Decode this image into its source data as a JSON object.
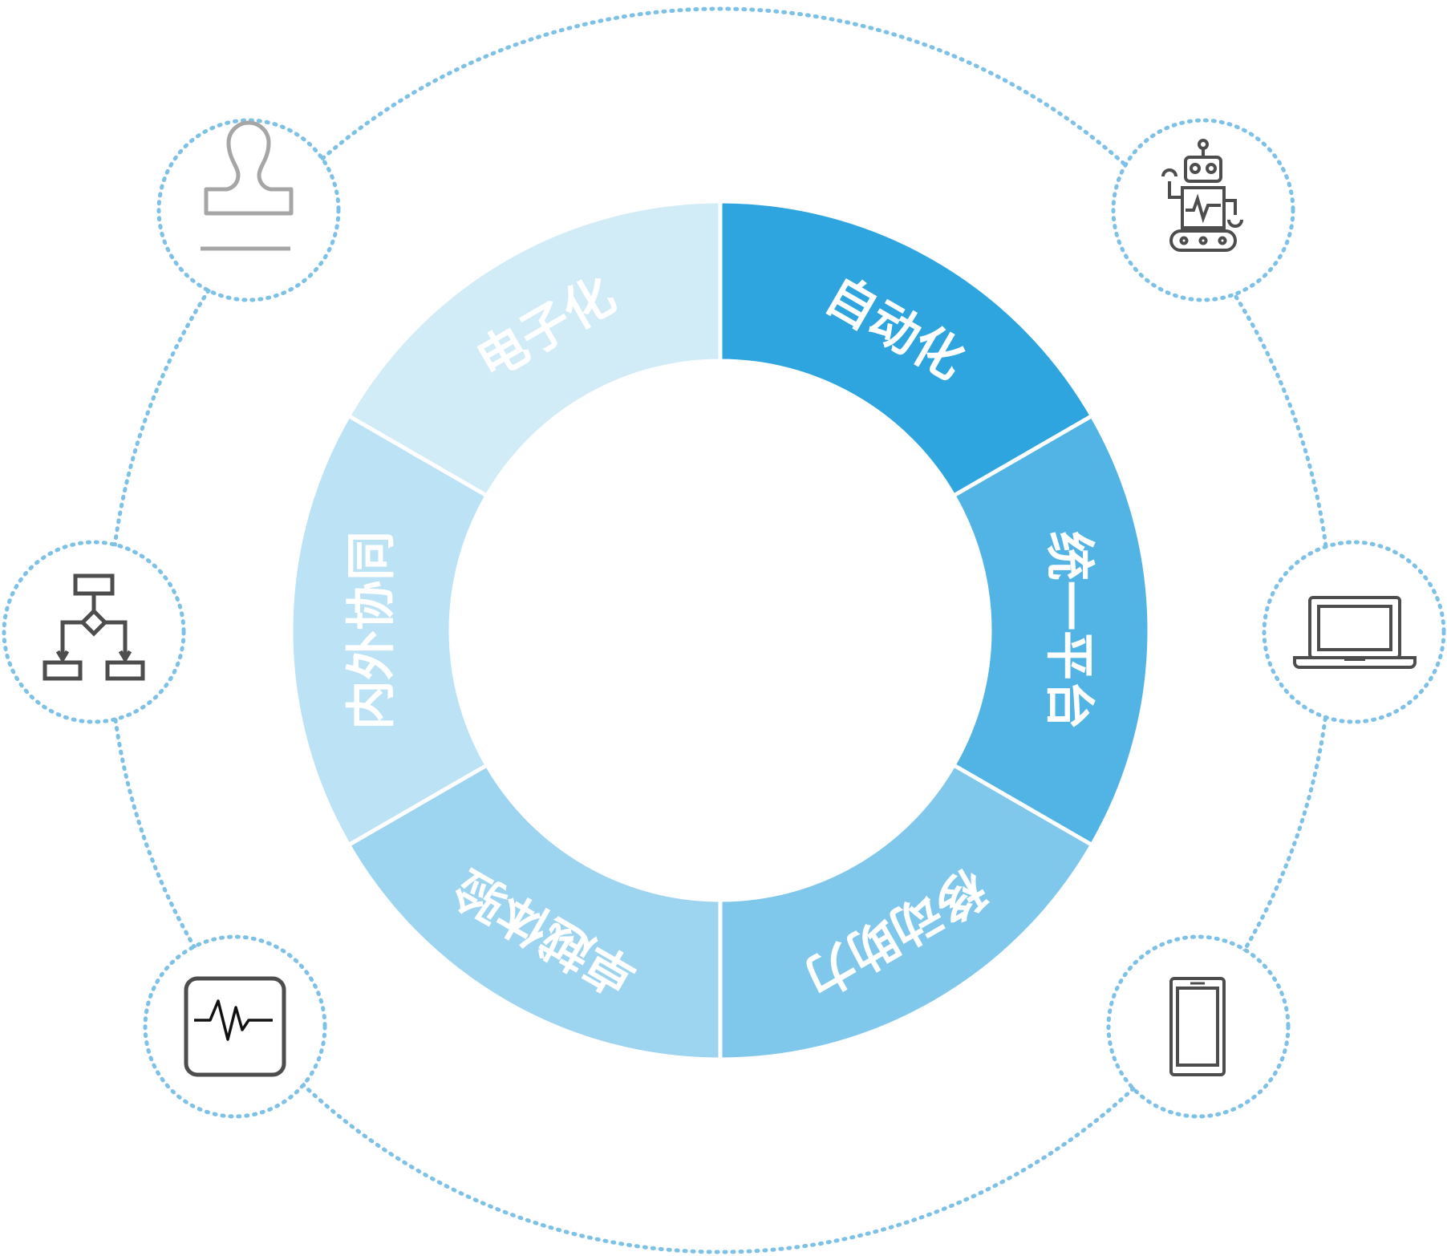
{
  "colors": {
    "dotted_ring": "#7dc1e6",
    "divider": "#ffffff",
    "label_text": "#ffffff",
    "icon_stroke": "#4d4d4d",
    "icon_muted": "#a6a6a6"
  },
  "segments": [
    {
      "id": "automation",
      "label": "自动化",
      "color": "#2fa5e0"
    },
    {
      "id": "platform",
      "label": "统一平台",
      "color": "#52b4e5"
    },
    {
      "id": "mobile",
      "label": "移动助力",
      "color": "#80c7ec"
    },
    {
      "id": "experience",
      "label": "卓越体验",
      "color": "#9dd4f0"
    },
    {
      "id": "collaboration",
      "label": "内外协同",
      "color": "#bce2f5"
    },
    {
      "id": "digitization",
      "label": "电子化",
      "color": "#d1ebf7"
    }
  ],
  "icons": [
    {
      "id": "stamp",
      "name": "stamp-icon"
    },
    {
      "id": "robot",
      "name": "robot-icon"
    },
    {
      "id": "flowchart",
      "name": "flowchart-icon"
    },
    {
      "id": "laptop",
      "name": "laptop-icon"
    },
    {
      "id": "monitor",
      "name": "heartbeat-monitor-icon"
    },
    {
      "id": "phone",
      "name": "smartphone-icon"
    }
  ]
}
